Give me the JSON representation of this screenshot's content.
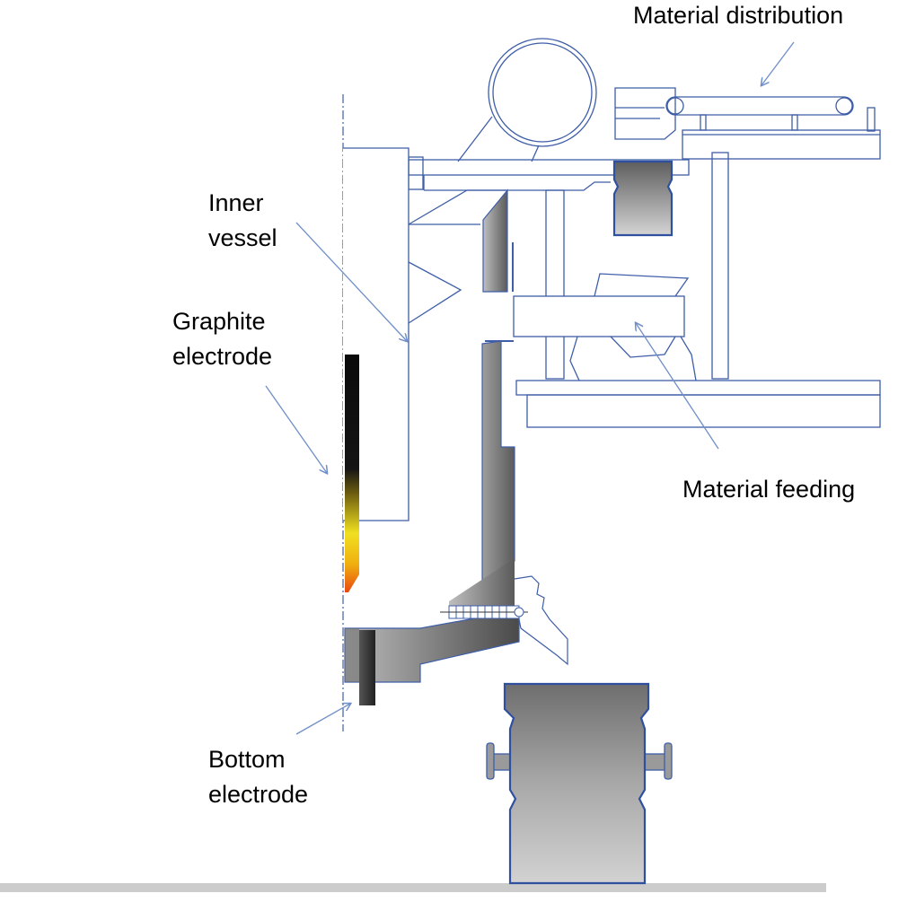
{
  "labels": {
    "material_distribution": "Material distribution",
    "inner_vessel_line1": "Inner",
    "inner_vessel_line2": "vessel",
    "graphite_electrode_line1": "Graphite",
    "graphite_electrode_line2": "electrode",
    "material_feeding": "Material feeding",
    "bottom_electrode_line1": "Bottom",
    "bottom_electrode_line2": "electrode"
  },
  "colors": {
    "outline": "#3f5ea8",
    "arrow": "#6f8fc8",
    "steel_light": "#d8d8d8",
    "steel_dark": "#555555",
    "electrode_dark": "#111111",
    "electrode_hot": "#f0e020",
    "electrode_tip": "#e85a10",
    "floor": "#cccccc"
  }
}
